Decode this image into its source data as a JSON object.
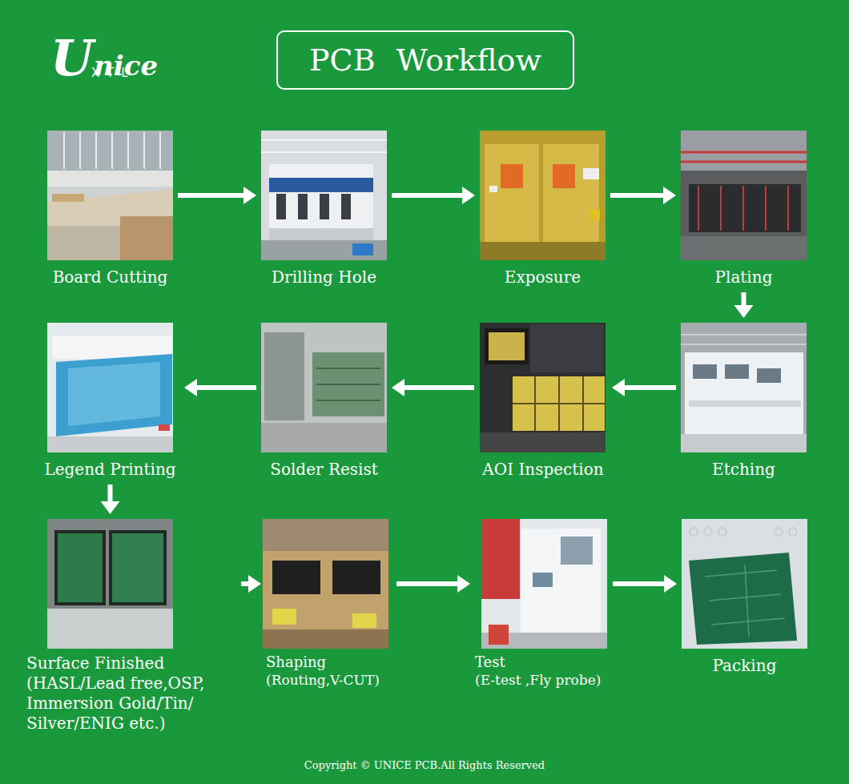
{
  "diagram": {
    "title": "PCB Workflow",
    "nodes": [
      {
        "text": [
          "Board Cutting"
        ]
      },
      {
        "text": [
          "Drilling Hole"
        ]
      },
      {
        "text": [
          "Exposure"
        ]
      },
      {
        "text": [
          "Plating"
        ]
      },
      {
        "text": [
          "Etching"
        ]
      },
      {
        "text": [
          "AOI Inspection"
        ]
      },
      {
        "text": [
          "Solder Resist"
        ]
      },
      {
        "text": [
          "Legend Printing"
        ]
      },
      {
        "text": [
          "Surface Finished",
          "(HASL/Lead free,OSP, Immersion Gold/Tin/ Silver/ENIG etc.)"
        ]
      },
      {
        "text": [
          "Shaping",
          "(Routing,V-CUT)"
        ]
      },
      {
        "text": [
          "Test",
          "(E-test ,Fly probe)"
        ]
      },
      {
        "text": [
          "Packing"
        ]
      }
    ],
    "edges": [
      {
        "from": 0,
        "to": 1,
        "arrow": "to"
      },
      {
        "from": 1,
        "to": 2,
        "arrow": "to"
      },
      {
        "from": 2,
        "to": 3,
        "arrow": "to"
      },
      {
        "from": 3,
        "to": 4,
        "arrow": "to"
      },
      {
        "from": 4,
        "to": 5,
        "arrow": "to"
      },
      {
        "from": 5,
        "to": 6,
        "arrow": "to"
      },
      {
        "from": 6,
        "to": 7,
        "arrow": "to"
      },
      {
        "from": 7,
        "to": 8,
        "arrow": "to"
      },
      {
        "from": 8,
        "to": 9,
        "arrow": "to"
      },
      {
        "from": 9,
        "to": 10,
        "arrow": "to"
      },
      {
        "from": 10,
        "to": 11,
        "arrow": "to"
      }
    ],
    "labels": [
      "Unice",
      "XTL",
      "Copyright © UNICE PCB.All Rights Reserved"
    ]
  }
}
